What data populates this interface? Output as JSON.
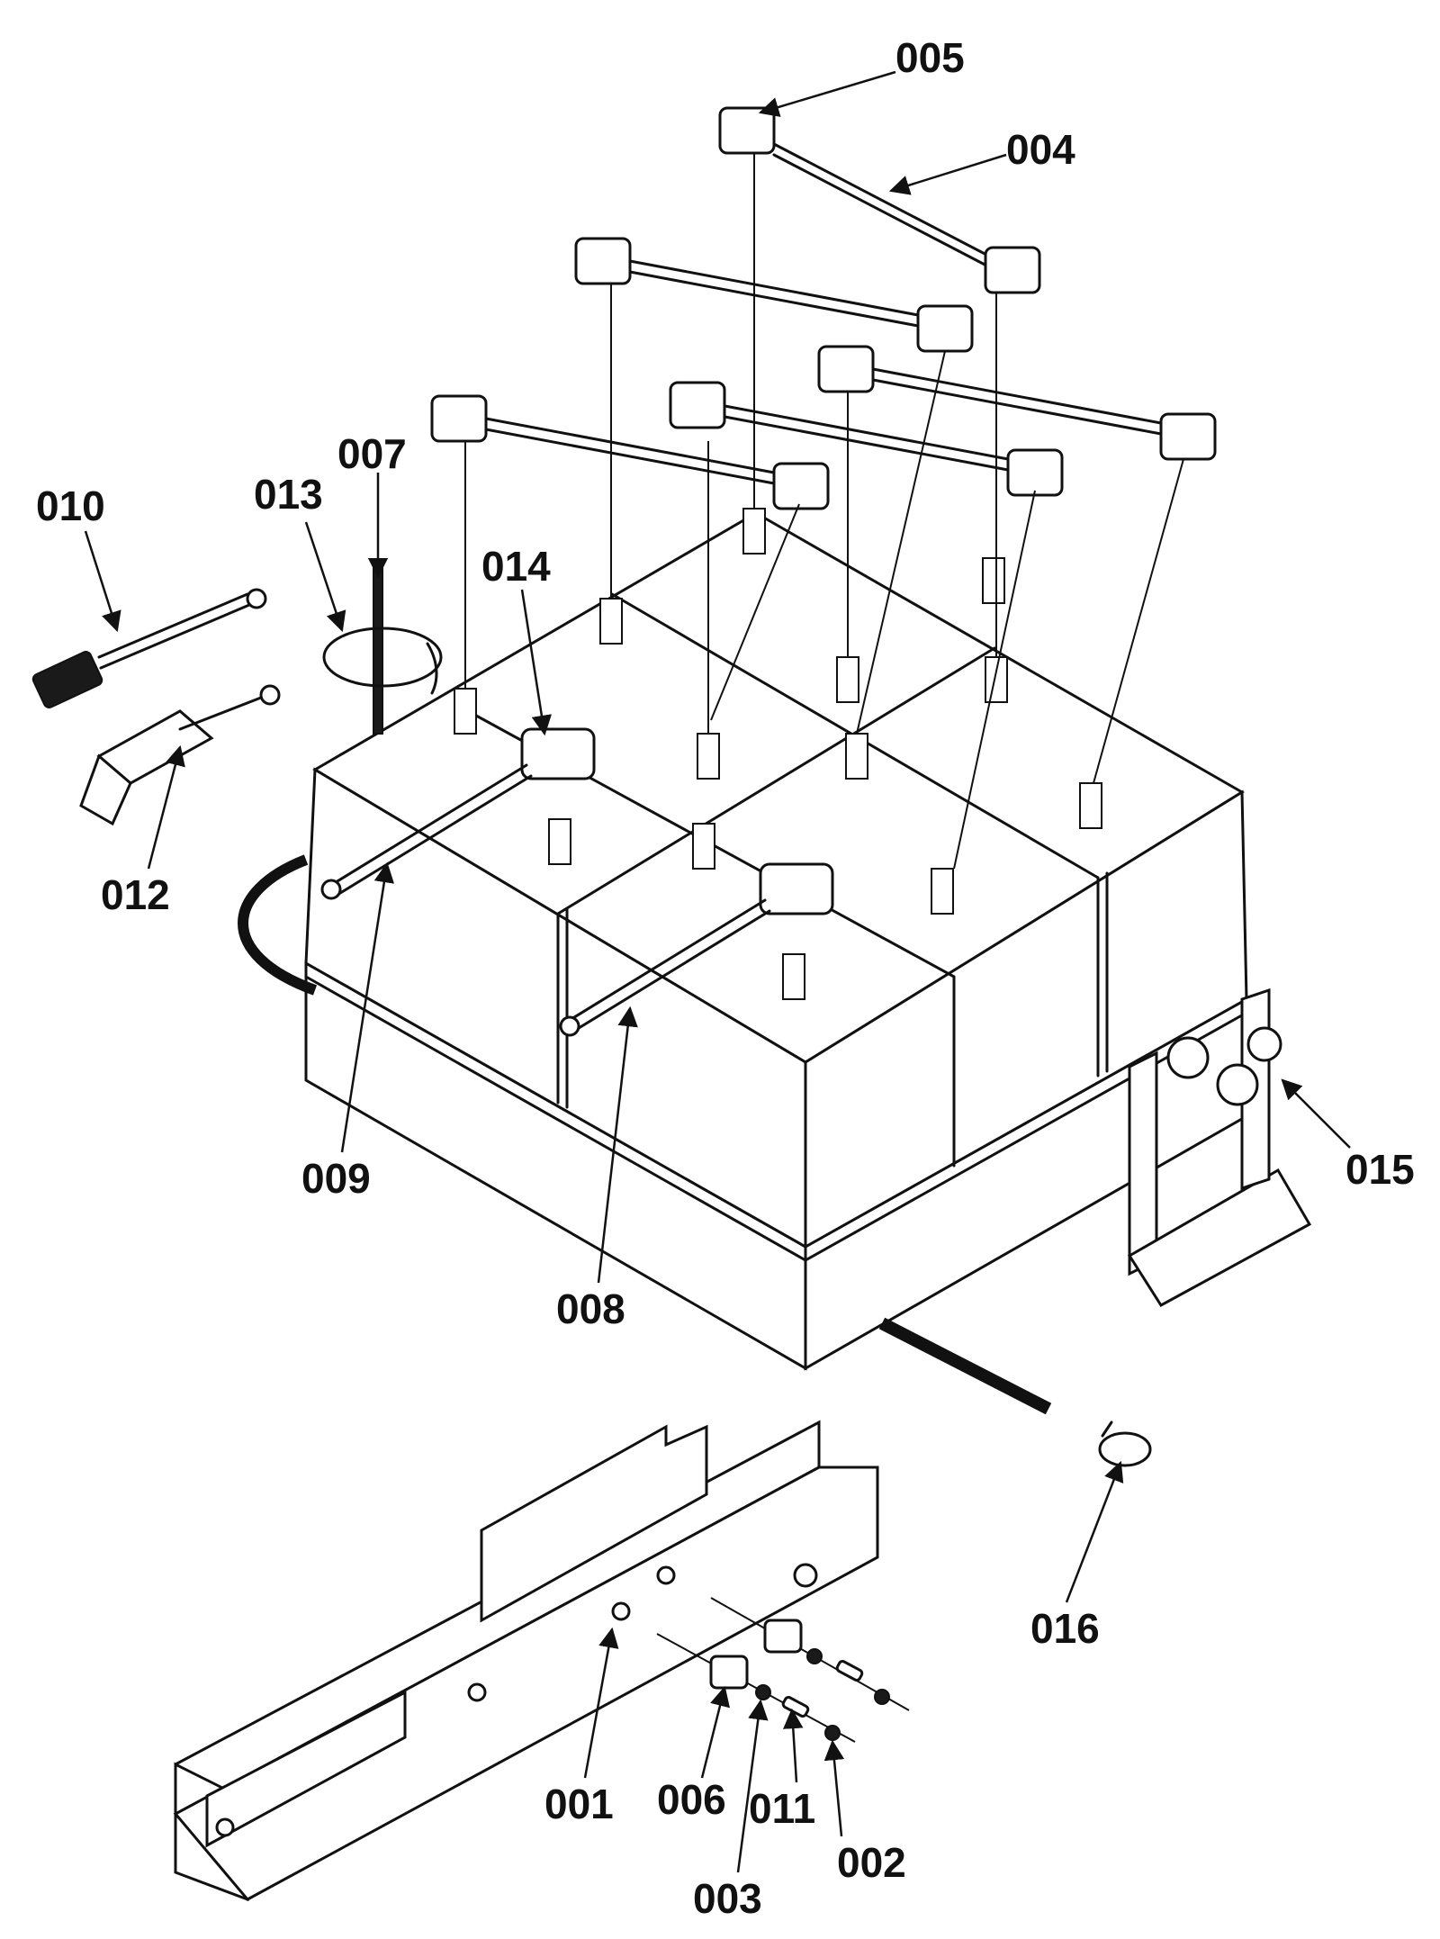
{
  "diagram": {
    "type": "exploded-parts-view",
    "callouts": {
      "p001": "001",
      "p002": "002",
      "p003": "003",
      "p004": "004",
      "p005": "005",
      "p006": "006",
      "p007": "007",
      "p008": "008",
      "p009": "009",
      "p010": "010",
      "p011": "011",
      "p012": "012",
      "p013": "013",
      "p014": "014",
      "p015": "015",
      "p016": "016"
    }
  }
}
